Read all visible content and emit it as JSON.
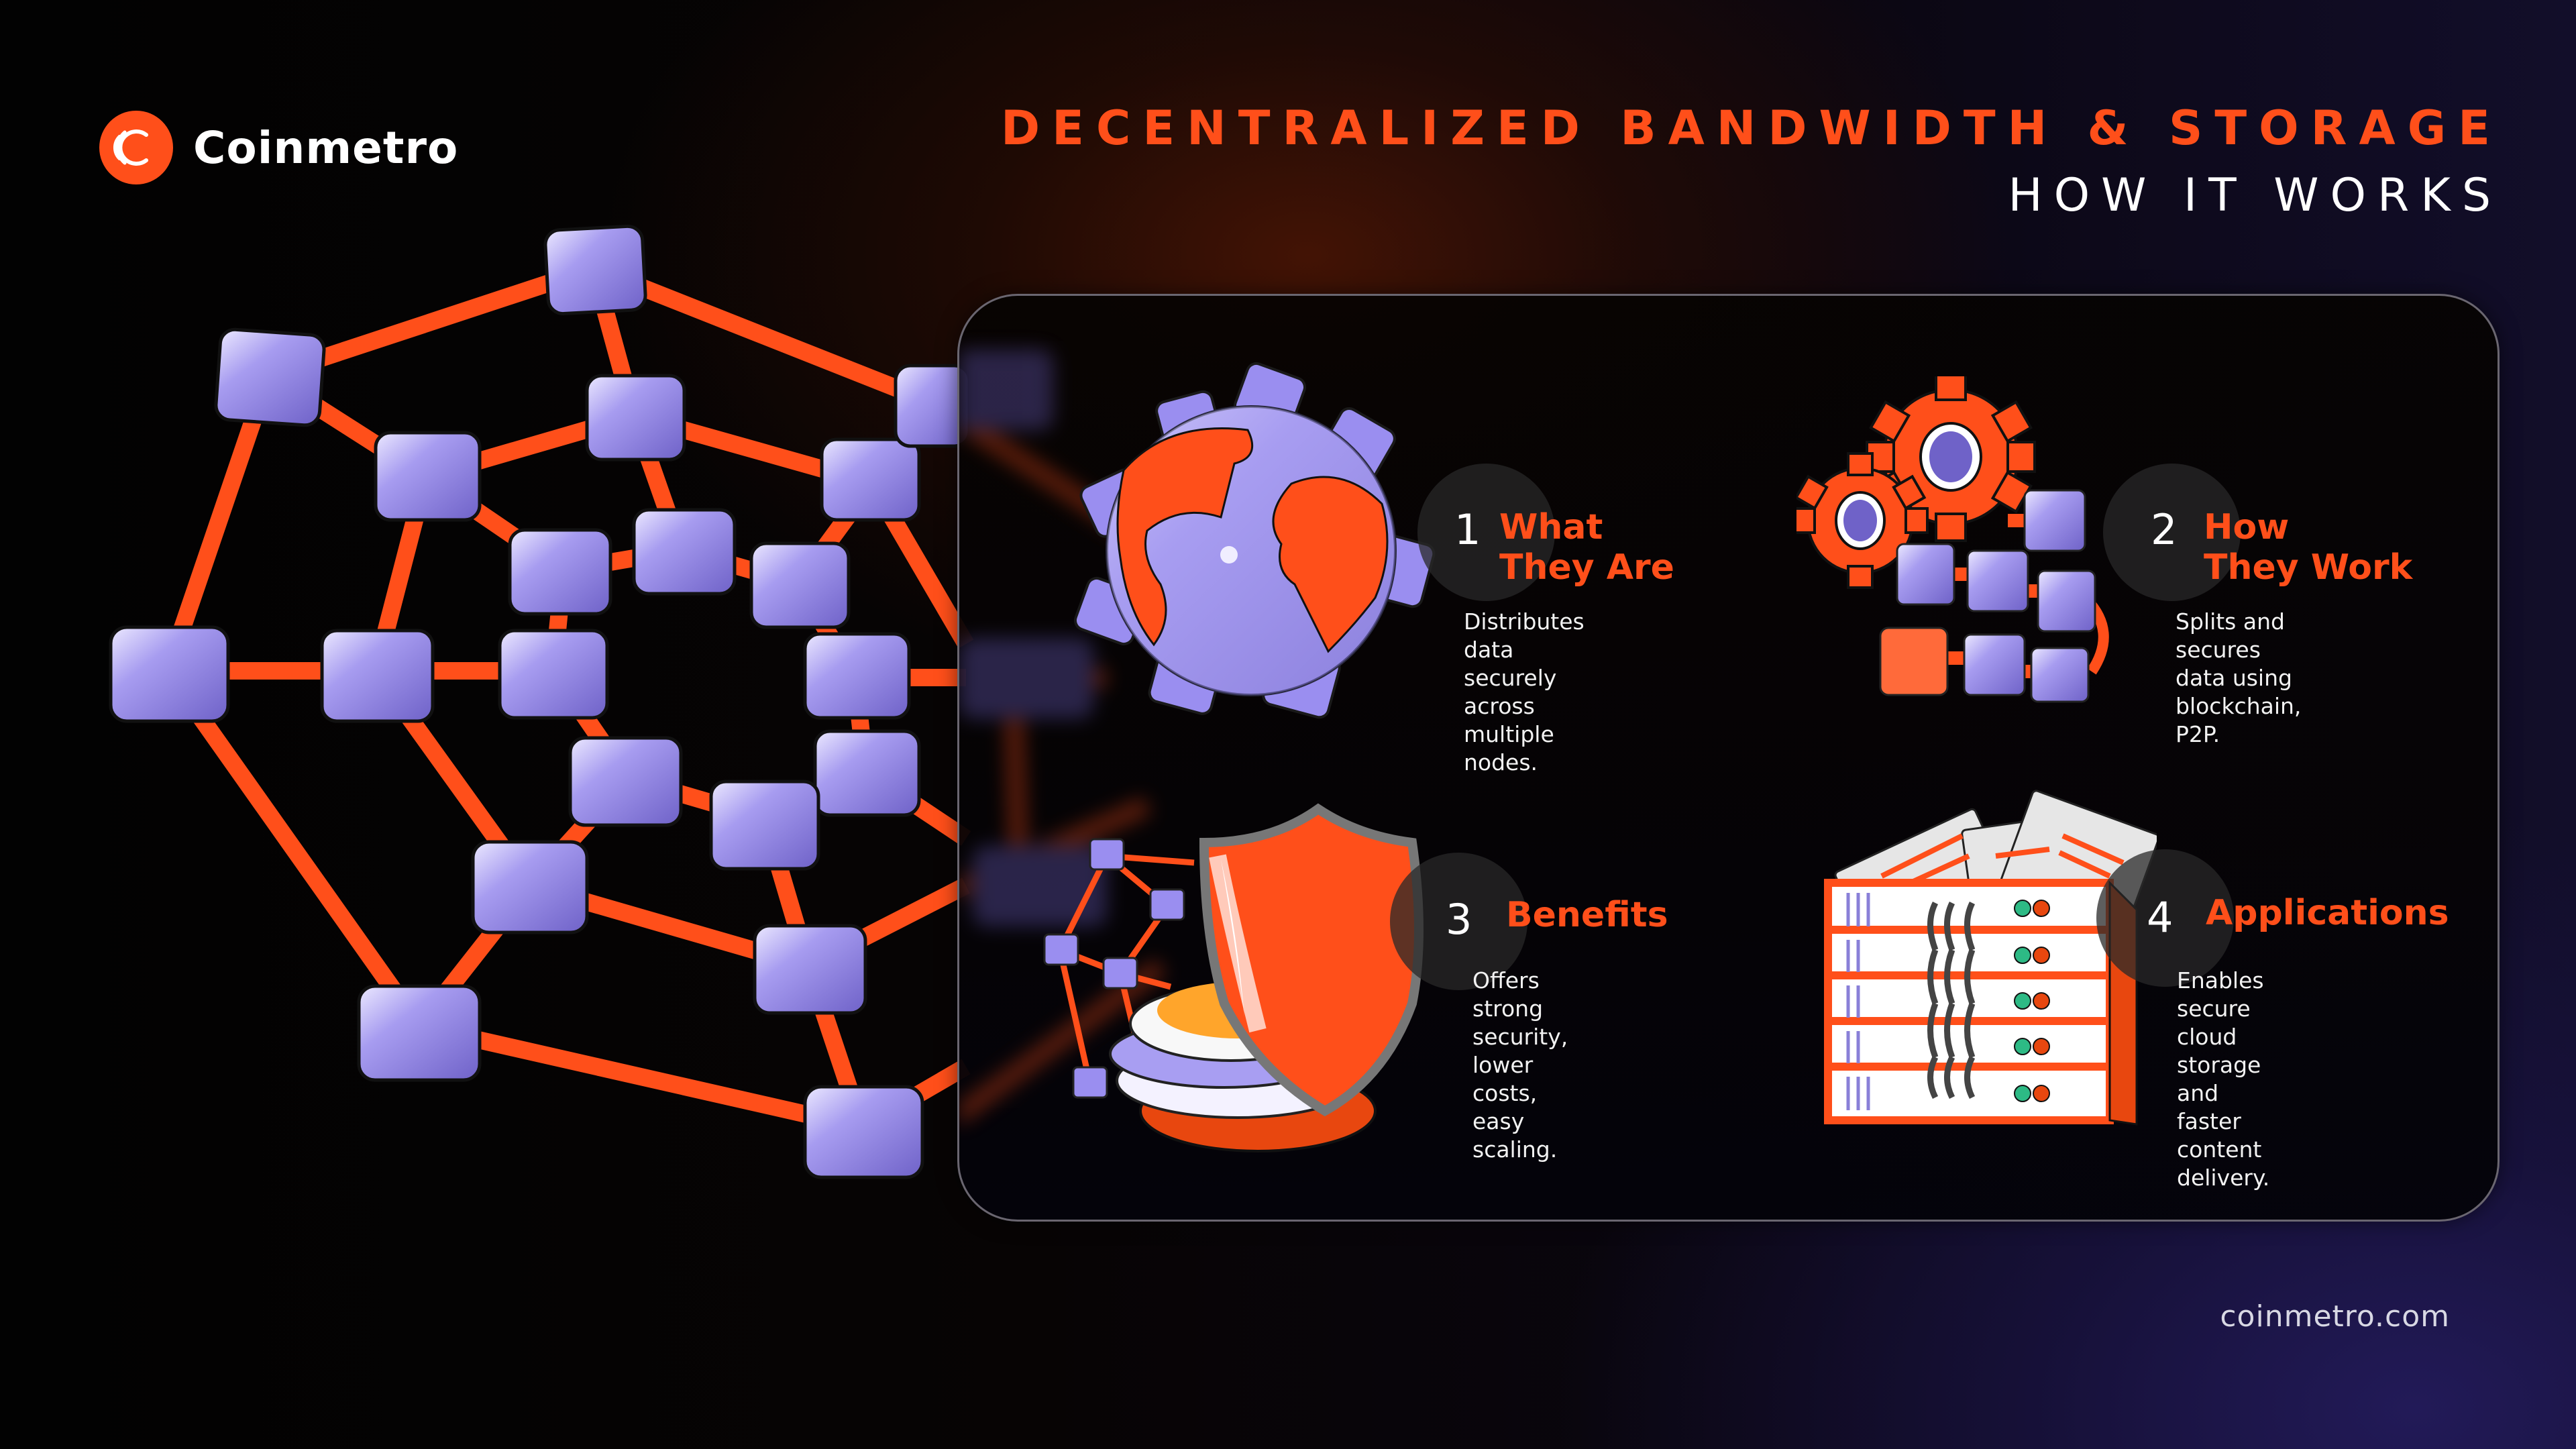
{
  "brand": {
    "name": "Coinmetro",
    "logo_icon": "coinmetro-c-logo-icon",
    "website": "coinmetro.com"
  },
  "header": {
    "title": "DECENTRALIZED BANDWIDTH & STORAGE",
    "subtitle": "HOW IT WORKS"
  },
  "colors": {
    "accent": "#ff4f1a",
    "cube": "#8f82e0",
    "text": "#ffffff",
    "background_dark": "#050505",
    "background_purple": "#1c1545",
    "card_border": "#6a6670",
    "number_circle": "#282828"
  },
  "items": [
    {
      "number": "1",
      "title_line1": "What",
      "title_line2": "They Are",
      "description_lines": [
        "Distributes data",
        "securely across",
        "multiple nodes."
      ],
      "illustration": "globe-with-cubes-icon"
    },
    {
      "number": "2",
      "title_line1": "How",
      "title_line2": "They Work",
      "description_lines": [
        "Splits and secures",
        "data using blockchain,",
        "P2P."
      ],
      "illustration": "gears-and-block-chain-icon"
    },
    {
      "number": "3",
      "title_line1": "Benefits",
      "title_line2": "",
      "description_lines": [
        "Offers strong",
        "security, lower costs,",
        "easy scaling."
      ],
      "illustration": "shield-coins-network-icon"
    },
    {
      "number": "4",
      "title_line1": "Applications",
      "title_line2": "",
      "description_lines": [
        "Enables secure cloud",
        "storage and faster",
        "content delivery."
      ],
      "illustration": "server-rack-documents-icon"
    }
  ],
  "decoration": {
    "left_graphic": "node-lattice-network-icon"
  }
}
